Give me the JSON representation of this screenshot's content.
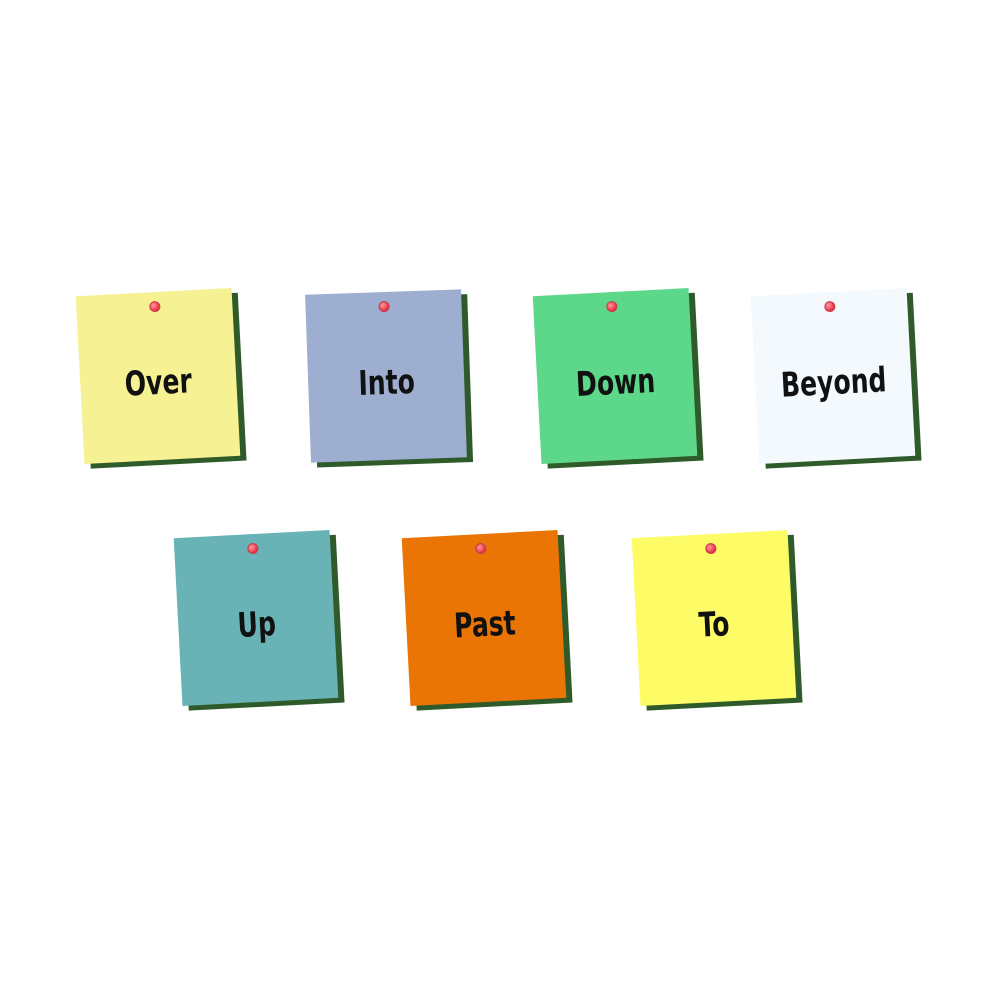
{
  "notes": [
    {
      "label": "Over"
    },
    {
      "label": "Into"
    },
    {
      "label": "Down"
    },
    {
      "label": "Beyond"
    },
    {
      "label": "Up"
    },
    {
      "label": "Past"
    },
    {
      "label": "To"
    }
  ],
  "colors": {
    "over": "#f6f193",
    "into": "#9daed0",
    "down": "#5dd88b",
    "beyond": "#f4f9fd",
    "up": "#69b3b7",
    "past": "#ea7404",
    "to": "#fdfc67",
    "shadow": "#2f5b2a",
    "pin": "#ee3b4e"
  }
}
